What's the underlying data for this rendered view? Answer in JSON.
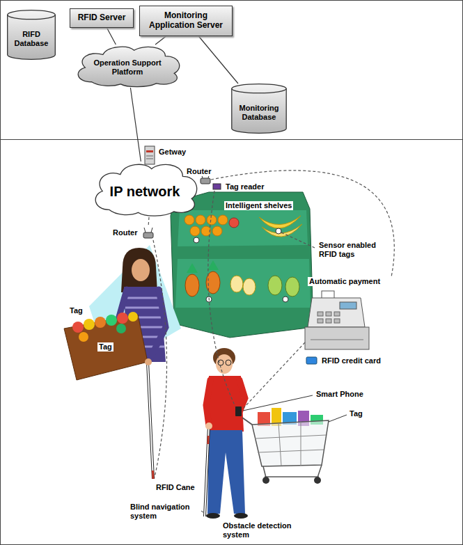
{
  "diagram": {
    "nodes": [
      {
        "text": [
          "RIFD Database"
        ]
      },
      {
        "text": [
          "RFID Server"
        ]
      },
      {
        "text": [
          "Monitoring Application Server"
        ]
      },
      {
        "text": [
          "Operation Support Platform"
        ]
      },
      {
        "text": [
          "Monitoring Database"
        ]
      },
      {
        "text": [
          "IP network"
        ]
      }
    ],
    "edges": [
      {
        "from": 1,
        "to": 3,
        "arrow": "none"
      },
      {
        "from": 2,
        "to": 3,
        "arrow": "none"
      },
      {
        "from": 2,
        "to": 4,
        "arrow": "none"
      },
      {
        "from": 3,
        "to": 5,
        "arrow": "none"
      }
    ],
    "labels": [
      "Getway",
      "Router",
      "Tag reader",
      "Intelligent shelves",
      "Router",
      "Sensor enabled RFID tags",
      "Automatic payment",
      "Tag",
      "Tag",
      "RFID credit card",
      "Smart Phone",
      "Tag",
      "RFID Cane",
      "Blind navigation system",
      "Obstacle detection system"
    ]
  }
}
